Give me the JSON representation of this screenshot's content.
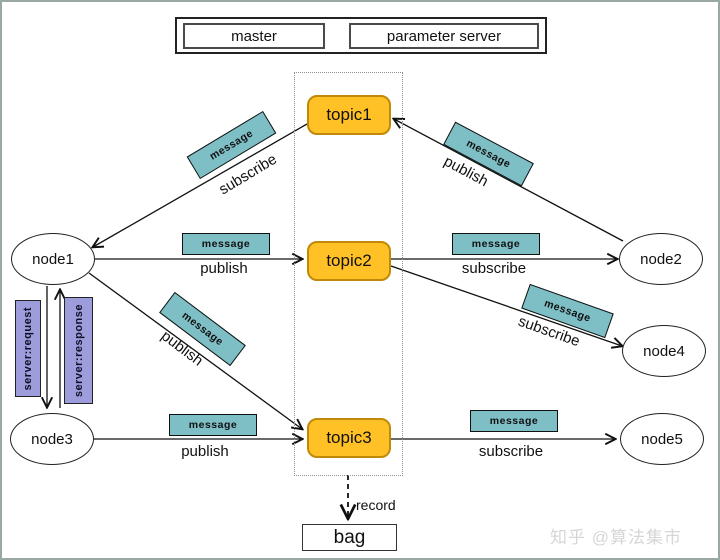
{
  "header": {
    "master_label": "master",
    "parameter_server_label": "parameter server"
  },
  "topics": [
    {
      "label": "topic1"
    },
    {
      "label": "topic2"
    },
    {
      "label": "topic3"
    }
  ],
  "nodes": [
    {
      "label": "node1"
    },
    {
      "label": "node2"
    },
    {
      "label": "node3"
    },
    {
      "label": "node4"
    },
    {
      "label": "node5"
    }
  ],
  "edges": {
    "topic1_to_node1": {
      "message": "message",
      "action": "subscribe"
    },
    "node1_to_topic2": {
      "message": "message",
      "action": "publish"
    },
    "node1_to_topic3": {
      "message": "message",
      "action": "publish"
    },
    "node2_to_topic1": {
      "message": "message",
      "action": "publish"
    },
    "topic2_to_node2": {
      "message": "message",
      "action": "subscribe"
    },
    "topic2_to_node4": {
      "message": "message",
      "action": "subscribe"
    },
    "node3_to_topic3": {
      "message": "message",
      "action": "publish"
    },
    "topic3_to_node5": {
      "message": "message",
      "action": "subscribe"
    }
  },
  "service": {
    "request_label": "server:request",
    "response_label": "server:response"
  },
  "record_label": "record",
  "bag_label": "bag",
  "watermark": "知乎 @算法集市",
  "colors": {
    "topic_fill": "#FFC125",
    "topic_border": "#BF8A0A",
    "message_fill": "#7EBEC5",
    "service_fill": "#9D9DDC",
    "frame_border": "#99A8A3",
    "watermark_gray": "#D6D6D6"
  }
}
